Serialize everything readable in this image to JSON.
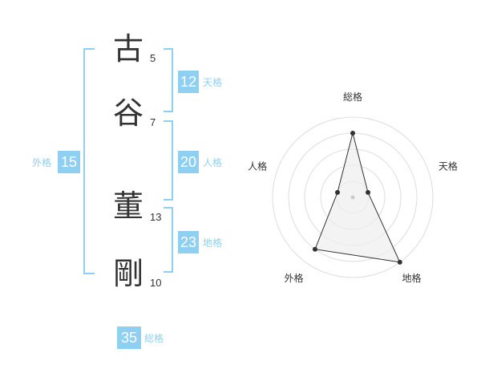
{
  "name_chars": [
    {
      "char": "古",
      "strokes": "5"
    },
    {
      "char": "谷",
      "strokes": "7"
    },
    {
      "char": "董",
      "strokes": "13"
    },
    {
      "char": "剛",
      "strokes": "10"
    }
  ],
  "kaku": {
    "tenkaku": {
      "value": "12",
      "label": "天格"
    },
    "jinkaku": {
      "value": "20",
      "label": "人格"
    },
    "chikaku": {
      "value": "23",
      "label": "地格"
    },
    "gaikaku": {
      "value": "15",
      "label": "外格"
    },
    "soukaku": {
      "value": "35",
      "label": "総格"
    }
  },
  "colors": {
    "accent": "#8fd0f2",
    "text": "#333333",
    "ring": "#dddddd",
    "fill": "#eeeeee"
  },
  "chart_data": {
    "type": "radar",
    "axes": [
      "総格",
      "天格",
      "地格",
      "外格",
      "人格"
    ],
    "max": 5,
    "values": [
      4,
      1,
      5,
      4,
      1
    ]
  }
}
